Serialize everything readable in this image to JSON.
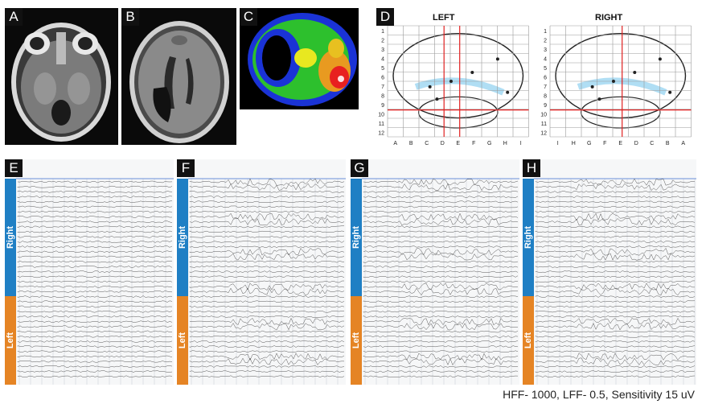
{
  "panels": {
    "a": {
      "label": "A"
    },
    "b": {
      "label": "B"
    },
    "c": {
      "label": "C"
    },
    "d": {
      "label": "D",
      "left_title": "LEFT",
      "right_title": "RIGHT",
      "rows": [
        "1",
        "2",
        "3",
        "4",
        "5",
        "6",
        "7",
        "8",
        "9",
        "10",
        "11",
        "12"
      ],
      "left_cols": [
        "A",
        "B",
        "C",
        "D",
        "E",
        "F",
        "G",
        "H",
        "I"
      ],
      "right_cols": [
        "I",
        "H",
        "G",
        "F",
        "E",
        "D",
        "C",
        "B",
        "A"
      ]
    },
    "e": {
      "label": "E"
    },
    "f": {
      "label": "F"
    },
    "g": {
      "label": "G"
    },
    "h": {
      "label": "H"
    }
  },
  "eeg": {
    "right_label": "Right",
    "left_label": "Left",
    "right_color": "#1f7fc4",
    "left_color": "#e58424"
  },
  "footer": "HFF- 1000, LFF- 0.5, Sensitivity 15 uV"
}
